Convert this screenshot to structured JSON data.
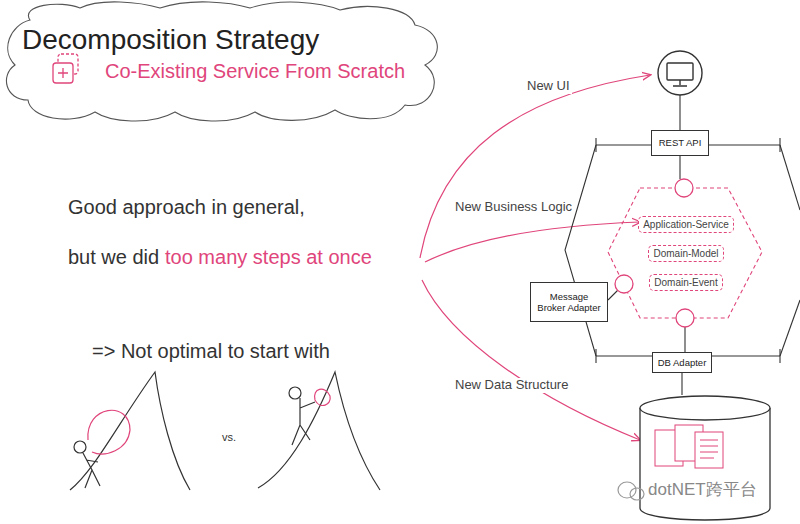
{
  "diagram": {
    "nodes": [
      {
        "text": [
          "Decomposition Strategy",
          "Co-Existing Service From Scratch"
        ]
      },
      {
        "text": [
          "REST API"
        ]
      },
      {
        "text": [
          "Application-Service"
        ]
      },
      {
        "text": [
          "Domain-Model"
        ]
      },
      {
        "text": [
          "Domain-Event"
        ]
      },
      {
        "text": [
          "Message Broker Adapter"
        ]
      },
      {
        "text": [
          "DB Adapter"
        ]
      }
    ],
    "labels": [
      "Good approach in general,",
      "but we did",
      "too many steps at once",
      "=> Not optimal to start with",
      "vs.",
      "New UI",
      "New Business Logic",
      "New Data Structure",
      "dotNET跨平台"
    ]
  }
}
